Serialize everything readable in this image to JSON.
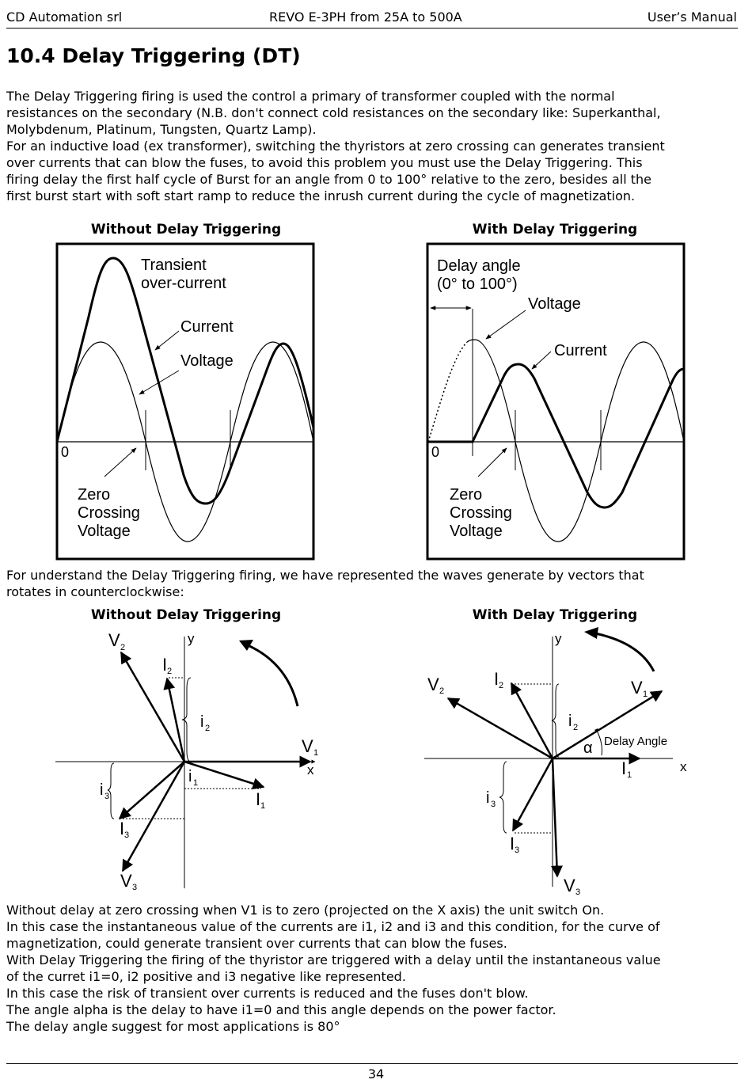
{
  "header": {
    "company": "CD Automation srl",
    "product": "REVO E-3PH from 25A to 500A",
    "manual": "User’s Manual"
  },
  "section_title": "10.4 Delay Triggering (DT)",
  "intro_lines": [
    "The Delay Triggering firing is used the control a primary of transformer coupled with the normal",
    "resistances on the secondary (N.B. don't connect cold resistances on the secondary like: Superkanthal,",
    "Molybdenum, Platinum, Tungsten, Quartz Lamp).",
    "For an inductive load (ex transformer), switching the thyristors at zero crossing can generates transient",
    "over currents that can blow the fuses, to avoid this problem you must use the Delay Triggering. This",
    "firing delay the first half cycle of Burst for an angle from 0 to 100° relative to the zero, besides all the",
    "first burst start with soft start ramp to reduce the inrush current during the cycle of magnetization."
  ],
  "wave_diagrams": {
    "left": {
      "caption": "Without Delay Triggering",
      "transient_1": "Transient",
      "transient_2": "over-current",
      "current": "Current",
      "voltage": "Voltage",
      "zero": "0",
      "zc_1": "Zero",
      "zc_2": "Crossing",
      "zc_3": "Voltage"
    },
    "right": {
      "caption": "With Delay Triggering",
      "delay_1": "Delay angle",
      "delay_2": "(0° to 100°)",
      "voltage": "Voltage",
      "current": "Current",
      "zero": "0",
      "zc_1": "Zero",
      "zc_2": "Crossing",
      "zc_3": "Voltage"
    }
  },
  "middle_lines": [
    "For understand the Delay Triggering firing, we have represented the waves generate by vectors that",
    "rotates in counterclockwise:"
  ],
  "vector_diagrams": {
    "left": {
      "caption": "Without Delay Triggering",
      "y": "y",
      "x": "x",
      "V": "V",
      "I": "I",
      "i": "i",
      "n1": "1",
      "n2": "2",
      "n3": "3"
    },
    "right": {
      "caption": "With Delay Triggering",
      "y": "y",
      "x": "x",
      "V": "V",
      "I": "I",
      "i": "i",
      "n1": "1",
      "n2": "2",
      "n3": "3",
      "alpha": "α",
      "delay_angle": "Delay Angle"
    }
  },
  "closing_lines": [
    "Without delay at zero crossing when V1 is to zero (projected on the X axis) the unit switch On.",
    "In this case the instantaneous value of the currents are i1, i2 and i3 and this condition, for the curve of",
    "magnetization, could generate transient over currents that can blow the fuses.",
    "With Delay Triggering the firing of the thyristor are triggered with a delay until the instantaneous value",
    "of the curret i1=0, i2 positive and i3 negative like represented.",
    "In this case the risk of transient over currents is reduced and the fuses don't blow.",
    "The angle alpha is the delay to have i1=0 and this angle depends on the power factor.",
    "The delay angle suggest for most applications is 80°"
  ],
  "page_number": "34"
}
